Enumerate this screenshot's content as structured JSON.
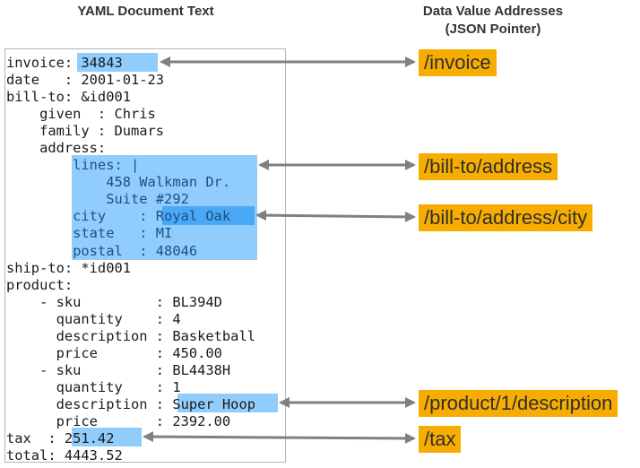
{
  "headings": {
    "left": "YAML Document Text",
    "right_line1": "Data Value Addresses",
    "right_line2": "(JSON Pointer)"
  },
  "yaml_lines": [
    "invoice: 34843",
    "date   : 2001-01-23",
    "bill-to: &id001",
    "    given  : Chris",
    "    family : Dumars",
    "    address:",
    "        lines: |",
    "            458 Walkman Dr.",
    "            Suite #292",
    "        city    : Royal Oak",
    "        state   : MI",
    "        postal  : 48046",
    "ship-to: *id001",
    "product:",
    "    - sku         : BL394D",
    "      quantity    : 4",
    "      description : Basketball",
    "      price       : 450.00",
    "    - sku         : BL4438H",
    "      quantity    : 1",
    "      description : Super Hoop",
    "      price       : 2392.00",
    "tax  : 251.42",
    "total: 4443.52"
  ],
  "pointers": [
    "/invoice",
    "/bill-to/address",
    "/bill-to/address/city",
    "/product/1/description",
    "/tax"
  ],
  "colors": {
    "highlight_light": "#91cdfc",
    "highlight_dark": "#4aa8f5",
    "pointer_bg": "#f7ad00",
    "arrow": "#808080"
  }
}
